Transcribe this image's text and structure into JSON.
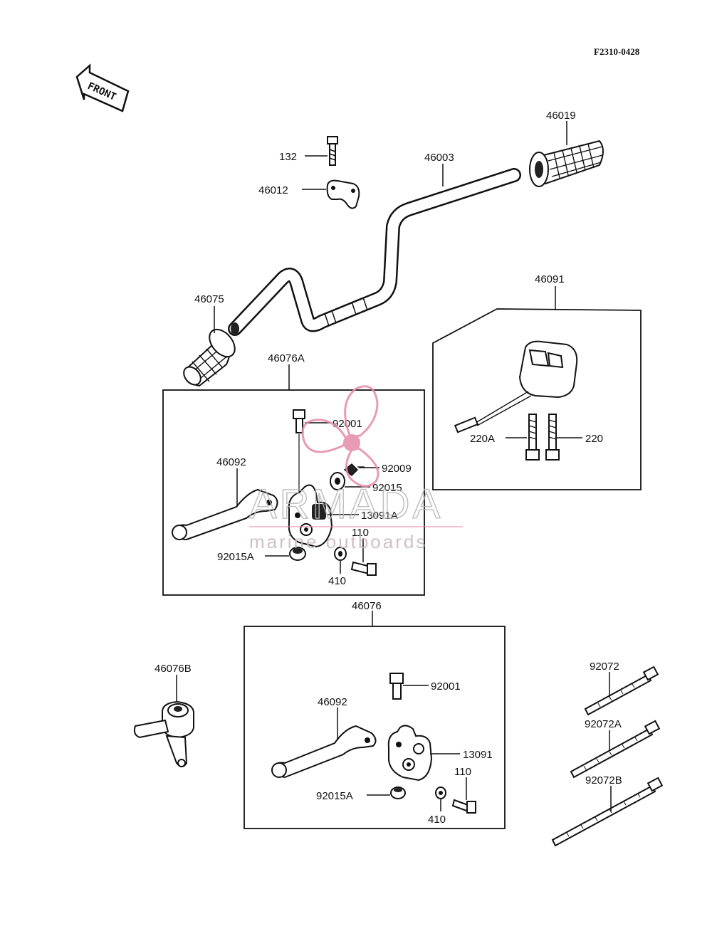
{
  "figure_code": "F2310-0428",
  "front_arrow_text": "FRONT",
  "watermark": {
    "brand": "ARMADA",
    "tagline": "marine outboards",
    "color": "#e58aa8"
  },
  "labels": {
    "p132": "132",
    "p46012": "46012",
    "p46003": "46003",
    "p46019": "46019",
    "p46075": "46075",
    "p46091": "46091",
    "p220A": "220A",
    "p220": "220",
    "p46076A": "46076A",
    "p92001a": "92001",
    "p92009": "92009",
    "p92015": "92015",
    "p13091A": "13091A",
    "p46092a": "46092",
    "p110a": "110",
    "p92015Aa": "92015A",
    "p410a": "410",
    "p46076": "46076",
    "p46076B": "46076B",
    "p92001b": "92001",
    "p46092b": "46092",
    "p13091": "13091",
    "p110b": "110",
    "p92015Ab": "92015A",
    "p410b": "410",
    "p92072": "92072",
    "p92072A": "92072A",
    "p92072B": "92072B"
  }
}
